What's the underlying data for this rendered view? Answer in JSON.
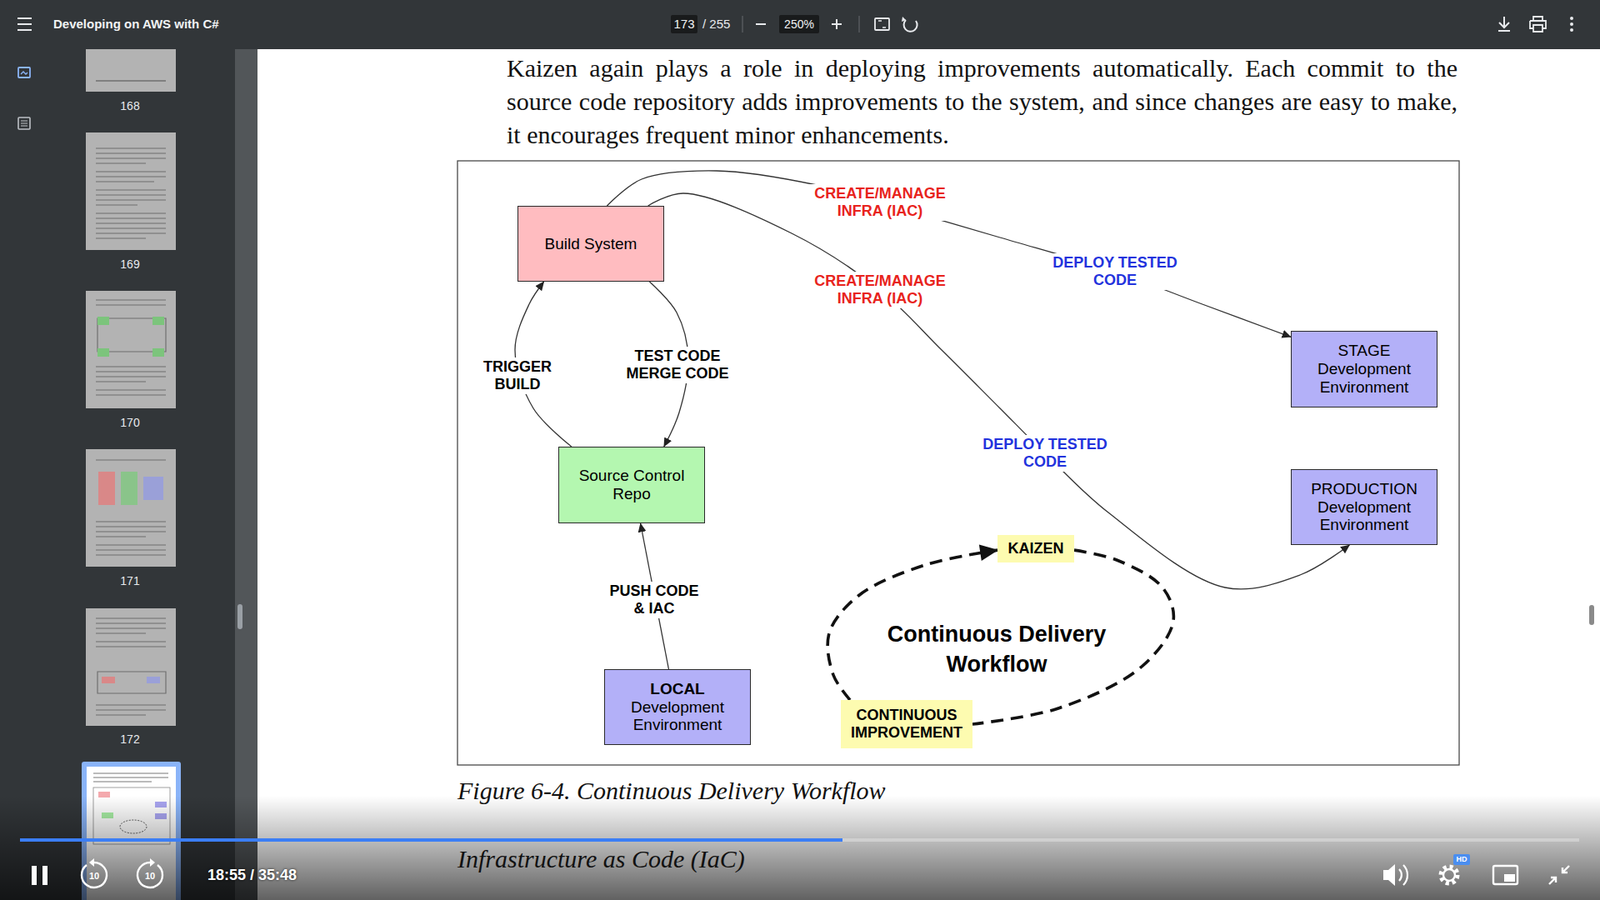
{
  "diagram": {
    "caption": "Figure 6-4. Continuous Delivery Workflow",
    "nodes": [
      {
        "text": [
          "Build System"
        ]
      },
      {
        "text": [
          "Source Control Repo"
        ]
      },
      {
        "text": [
          "LOCAL",
          "Development Environment"
        ]
      },
      {
        "text": [
          "STAGE",
          "Development Environment"
        ]
      },
      {
        "text": [
          "PRODUCTION",
          "Development Environment"
        ]
      },
      {
        "text": [
          "KAIZEN"
        ]
      },
      {
        "text": [
          "CONTINUOUS IMPROVEMENT"
        ]
      }
    ],
    "edges": [
      {
        "from": 2,
        "to": 1,
        "label": "PUSH CODE & IAC",
        "arrow": "to"
      },
      {
        "from": 1,
        "to": 0,
        "label": "TRIGGER BUILD",
        "arrow": "to"
      },
      {
        "from": 0,
        "to": 1,
        "label": "TEST CODE MERGE CODE",
        "arrow": "to"
      },
      {
        "from": 0,
        "to": 3,
        "label": "DEPLOY TESTED CODE",
        "arrow": "to"
      },
      {
        "from": 0,
        "to": 4,
        "label": "DEPLOY TESTED CODE",
        "arrow": "to"
      },
      {
        "from": 6,
        "to": 5,
        "arrow": "to"
      },
      {
        "from": 5,
        "to": 6,
        "arrow": "none"
      }
    ],
    "labels": [
      "Developing on AWS with C#",
      "173",
      "/ 255",
      "250%",
      "168",
      "169",
      "170",
      "171",
      "172",
      "Kaizen again plays a role in deploying improvements automatically. Each commit to the source code repository adds improvements to the system, and since changes are easy to make, it encourages frequent minor enhancements.",
      "CREATE/MANAGE INFRA (IAC)",
      "CREATE/MANAGE INFRA (IAC)",
      "Continuous Delivery Workflow",
      "Infrastructure as Code (IaC)",
      "10",
      "10",
      "18:55 / 35:48",
      "HD"
    ]
  }
}
